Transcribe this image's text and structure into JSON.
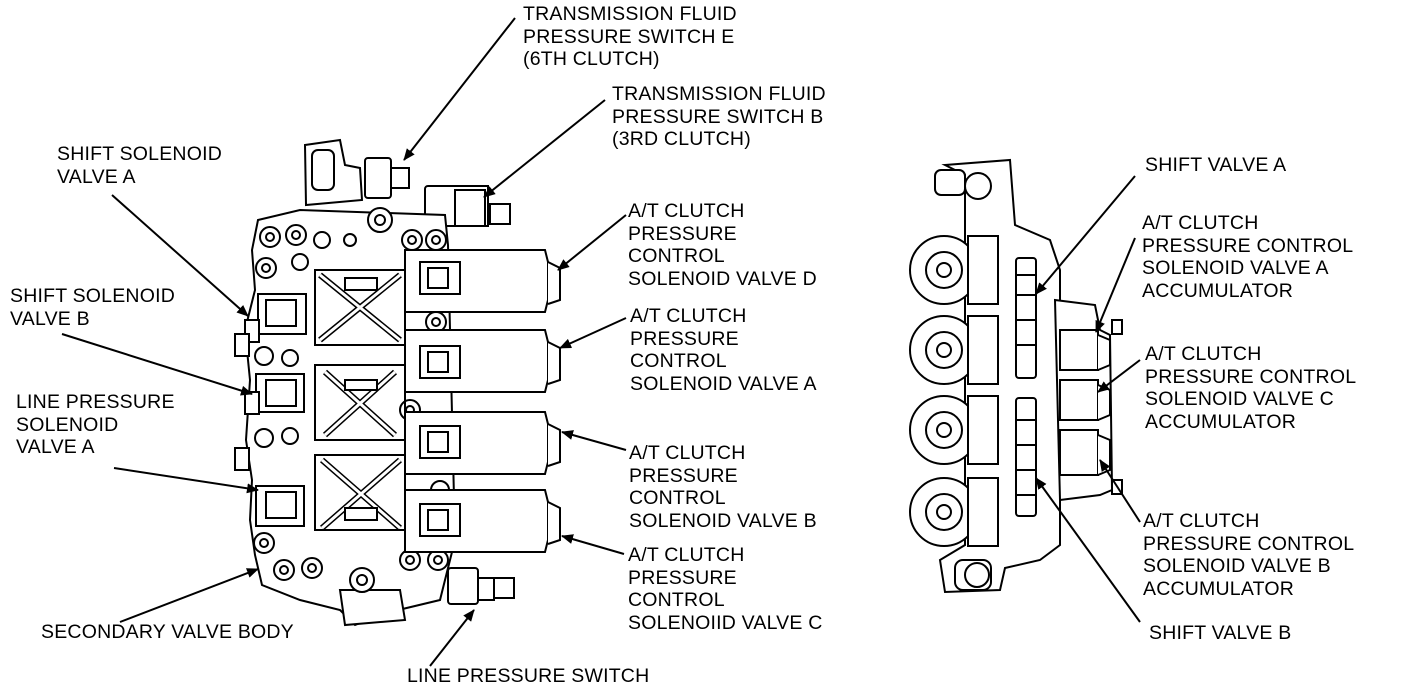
{
  "diagram": {
    "left_labels": {
      "pressure_switch_e": [
        "TRANSMISSION FLUID",
        "PRESSURE SWITCH E",
        "(6TH CLUTCH)"
      ],
      "pressure_switch_b": [
        "TRANSMISSION FLUID",
        "PRESSURE SWITCH B",
        "(3RD CLUTCH)"
      ],
      "shift_solenoid_a": [
        "SHIFT SOLENOID",
        "VALVE A"
      ],
      "shift_solenoid_b": [
        "SHIFT SOLENOID",
        "VALVE B"
      ],
      "line_pressure_solenoid_a": [
        "LINE PRESSURE",
        "SOLENOID",
        "VALVE A"
      ],
      "secondary_valve_body": [
        "SECONDARY VALVE BODY"
      ],
      "line_pressure_switch": [
        "LINE PRESSURE SWITCH"
      ],
      "clutch_solenoid_d": [
        "A/T CLUTCH",
        "PRESSURE",
        "CONTROL",
        "SOLENOID VALVE D"
      ],
      "clutch_solenoid_a": [
        "A/T CLUTCH",
        "PRESSURE",
        "CONTROL",
        "SOLENOID VALVE A"
      ],
      "clutch_solenoid_b": [
        "A/T CLUTCH",
        "PRESSURE",
        "CONTROL",
        "SOLENOID VALVE B"
      ],
      "clutch_solenoid_c": [
        "A/T CLUTCH",
        "PRESSURE",
        "CONTROL",
        "SOLENOIID VALVE C"
      ]
    },
    "right_labels": {
      "shift_valve_a": [
        "SHIFT VALVE A"
      ],
      "accumulator_a": [
        "A/T CLUTCH",
        "PRESSURE CONTROL",
        "SOLENOID VALVE A",
        "ACCUMULATOR"
      ],
      "accumulator_c": [
        "A/T CLUTCH",
        "PRESSURE CONTROL",
        "SOLENOID VALVE C",
        "ACCUMULATOR"
      ],
      "accumulator_b": [
        "A/T CLUTCH",
        "PRESSURE CONTROL",
        "SOLENOID VALVE B",
        "ACCUMULATOR"
      ],
      "shift_valve_b": [
        "SHIFT VALVE B"
      ]
    }
  }
}
